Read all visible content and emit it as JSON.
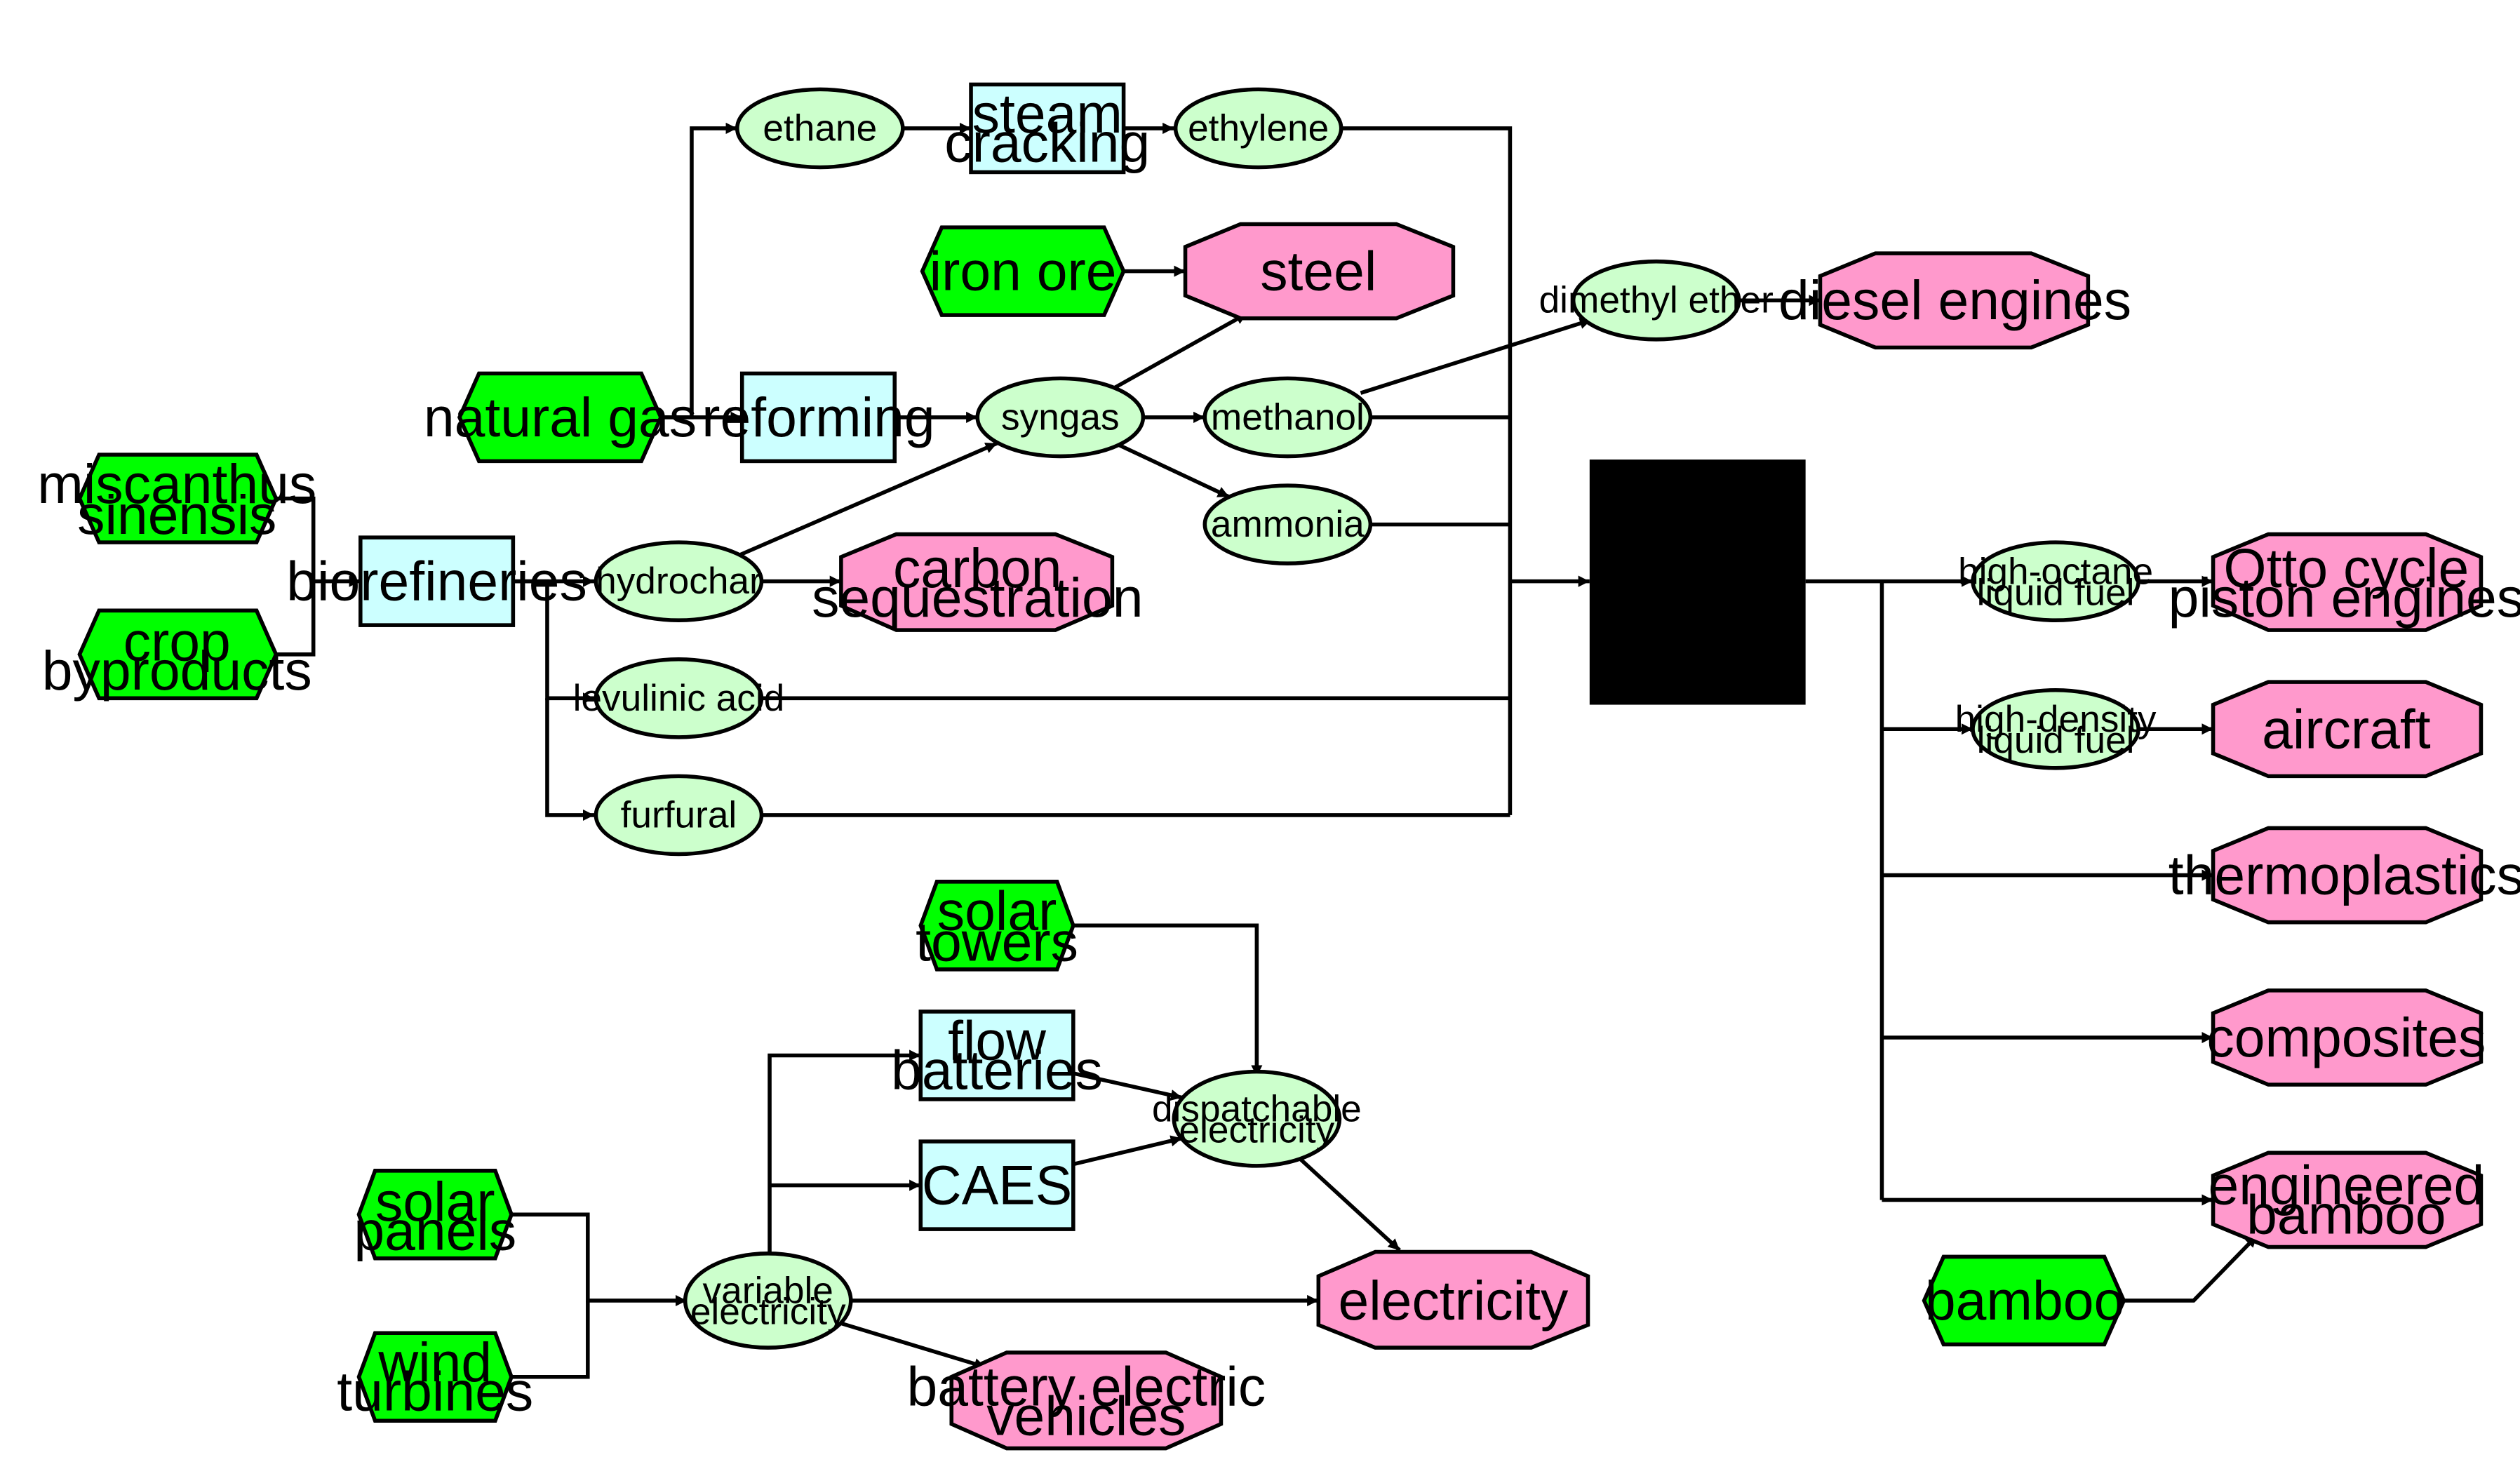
{
  "colors": {
    "source": "#00ff00",
    "process": "#ccffff",
    "intermediate": "#ccffcc",
    "product": "#ff99cc",
    "hidden_box": "#000000"
  },
  "nodes": {
    "natural_gas": "natural gas",
    "ethane": "ethane",
    "steam_cracking": [
      "steam",
      "cracking"
    ],
    "ethylene": "ethylene",
    "iron_ore": "iron ore",
    "steel": "steel",
    "dimethyl_ether": "dimethyl ether",
    "diesel_engines": "diesel engines",
    "reforming": "reforming",
    "syngas": "syngas",
    "methanol": "methanol",
    "ammonia": "ammonia",
    "miscanthus": [
      "miscanthus",
      "sinensis"
    ],
    "crop_byproducts": [
      "crop",
      "byproducts"
    ],
    "biorefineries": "biorefineries",
    "hydrochar": "hydrochar",
    "carbon_sequestration": [
      "carbon",
      "sequestration"
    ],
    "levulinic_acid": "levulinic acid",
    "furfural": "furfural",
    "high_octane": [
      "high-octane",
      "liquid fuel"
    ],
    "otto_cycle": [
      "Otto cycle",
      "piston engines"
    ],
    "high_density": [
      "high-density",
      "liquid fuel"
    ],
    "aircraft": "aircraft",
    "thermoplastics": "thermoplastics",
    "composites": "composites",
    "engineered_bamboo": [
      "engineered",
      "bamboo"
    ],
    "bamboo": "bamboo",
    "solar_towers": [
      "solar",
      "towers"
    ],
    "flow_batteries": [
      "flow",
      "batteries"
    ],
    "caes": "CAES",
    "dispatchable": [
      "dispatchable",
      "electricity"
    ],
    "solar_panels": [
      "solar",
      "panels"
    ],
    "wind_turbines": [
      "wind",
      "turbines"
    ],
    "variable": [
      "variable",
      "electricity"
    ],
    "electricity": "electricity",
    "bev": [
      "battery electric",
      "vehicles"
    ]
  }
}
